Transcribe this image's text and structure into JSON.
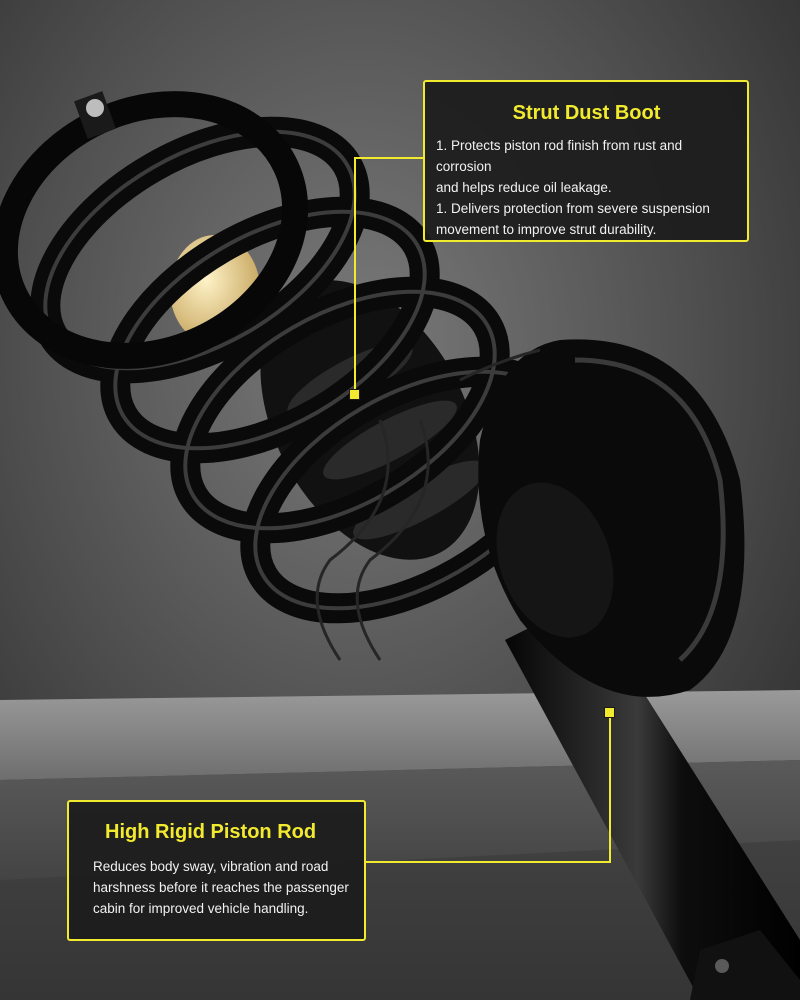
{
  "callouts": {
    "strut_dust_boot": {
      "title": "Strut Dust Boot",
      "lines": [
        "1. Protects piston rod finish from rust and corrosion",
        "and helps reduce oil leakage.",
        "1. Delivers protection from severe suspension",
        "movement to improve strut durability."
      ]
    },
    "piston_rod": {
      "title": "High Rigid Piston Rod",
      "lines": [
        "Reduces body sway, vibration and road",
        "harshness before it reaches the passenger",
        "cabin for improved vehicle handling."
      ]
    }
  },
  "colors": {
    "accent": "#f2ea2e",
    "panel": "#1c1c1c",
    "background": "#4a4a4a"
  }
}
